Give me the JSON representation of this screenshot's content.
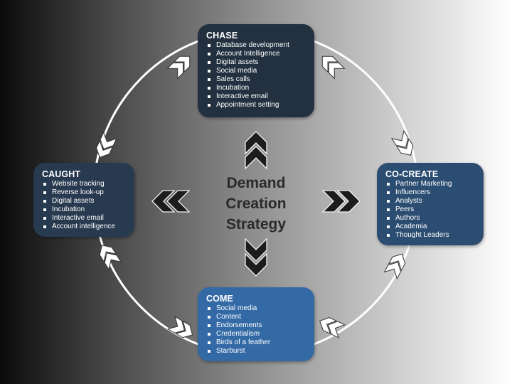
{
  "title_lines": [
    "Demand",
    "Creation",
    "Strategy"
  ],
  "colors": {
    "chase": "#22303f",
    "caught": "#283a4f",
    "co_create": "#2b4d71",
    "come": "#336aa6",
    "circle": "#ffffff",
    "arrow_dark": "#1c1c1c"
  },
  "boxes": {
    "chase": {
      "title": "CHASE",
      "items": [
        "Database development",
        "Account Intelligence",
        "Digital assets",
        "Social media",
        "Sales calls",
        "Incubation",
        "Interactive email",
        "Appointment setting"
      ]
    },
    "caught": {
      "title": "CAUGHT",
      "items": [
        "Website tracking",
        "Reverse look-up",
        "Digital assets",
        "Incubation",
        "Interactive email",
        "Account intelligence"
      ]
    },
    "co_create": {
      "title": "CO-CREATE",
      "items": [
        "Partner Marketing",
        "Influencers",
        "Analysts",
        "Peers",
        "Authors",
        "Academia",
        "Thought Leaders"
      ]
    },
    "come": {
      "title": "COME",
      "items": [
        "Social media",
        "Content",
        "Endorsements",
        "Credentialism",
        "Birds of a feather",
        "Starburst"
      ]
    }
  }
}
